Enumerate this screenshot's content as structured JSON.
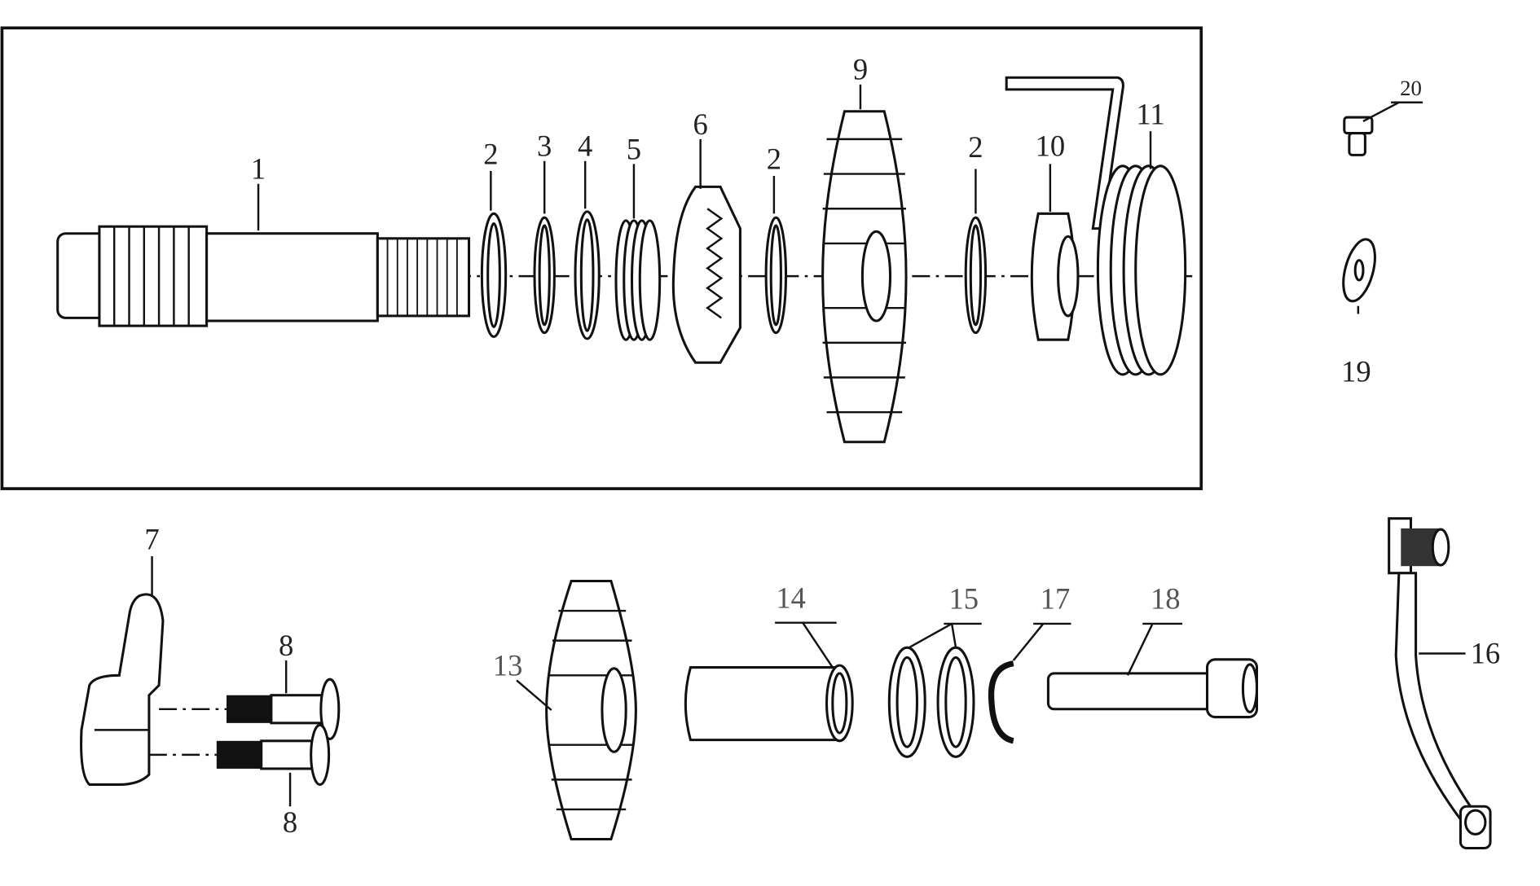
{
  "diagram": {
    "type": "exploded parts diagram",
    "callouts": {
      "p1": "1",
      "p2a": "2",
      "p3": "3",
      "p4": "4",
      "p5": "5",
      "p6": "6",
      "p2b": "2",
      "p9": "9",
      "p2c": "2",
      "p10": "10",
      "p11": "11",
      "p20": "20",
      "p19": "19",
      "p7": "7",
      "p8a": "8",
      "p8b": "8",
      "p13": "13",
      "p14": "14",
      "p15": "15",
      "p17": "17",
      "p18": "18",
      "p16": "16"
    }
  }
}
